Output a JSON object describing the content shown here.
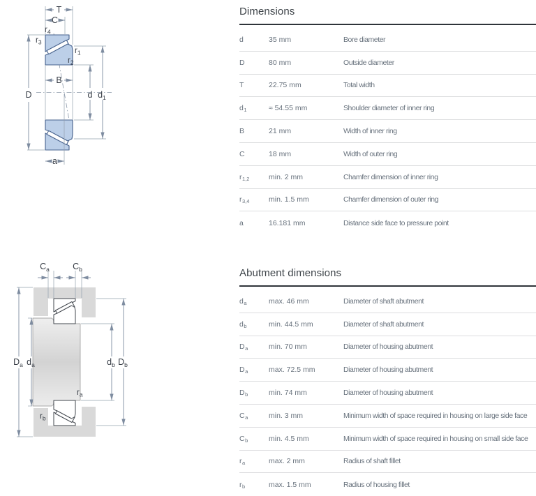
{
  "dimensions": {
    "title": "Dimensions",
    "rows": [
      {
        "symbol": "d",
        "sub": "",
        "value": "35 mm",
        "desc": "Bore diameter"
      },
      {
        "symbol": "D",
        "sub": "",
        "value": "80 mm",
        "desc": "Outside diameter"
      },
      {
        "symbol": "T",
        "sub": "",
        "value": "22.75 mm",
        "desc": "Total width"
      },
      {
        "symbol": "d",
        "sub": "1",
        "value": "≈ 54.55 mm",
        "desc": "Shoulder diameter of inner ring"
      },
      {
        "symbol": "B",
        "sub": "",
        "value": "21 mm",
        "desc": "Width of inner ring"
      },
      {
        "symbol": "C",
        "sub": "",
        "value": "18 mm",
        "desc": "Width of outer ring"
      },
      {
        "symbol": "r",
        "sub": "1,2",
        "value": "min. 2 mm",
        "desc": "Chamfer dimension of inner ring"
      },
      {
        "symbol": "r",
        "sub": "3,4",
        "value": "min. 1.5 mm",
        "desc": "Chamfer dimension of outer ring"
      },
      {
        "symbol": "a",
        "sub": "",
        "value": "16.181 mm",
        "desc": "Distance side face to pressure point"
      }
    ]
  },
  "abutment": {
    "title": "Abutment dimensions",
    "rows": [
      {
        "symbol": "d",
        "sub": "a",
        "value": "max. 46 mm",
        "desc": "Diameter of shaft abutment"
      },
      {
        "symbol": "d",
        "sub": "b",
        "value": "min. 44.5 mm",
        "desc": "Diameter of shaft abutment"
      },
      {
        "symbol": "D",
        "sub": "a",
        "value": "min. 70 mm",
        "desc": "Diameter of housing abutment"
      },
      {
        "symbol": "D",
        "sub": "a",
        "value": "max. 72.5 mm",
        "desc": "Diameter of housing abutment"
      },
      {
        "symbol": "D",
        "sub": "b",
        "value": "min. 74 mm",
        "desc": "Diameter of housing abutment"
      },
      {
        "symbol": "C",
        "sub": "a",
        "value": "min. 3 mm",
        "desc": "Minimum width of space required in housing on large side face"
      },
      {
        "symbol": "C",
        "sub": "b",
        "value": "min. 4.5 mm",
        "desc": "Minimum width of space required in housing on small side face"
      },
      {
        "symbol": "r",
        "sub": "a",
        "value": "max. 2 mm",
        "desc": "Radius of shaft fillet"
      },
      {
        "symbol": "r",
        "sub": "b",
        "value": "max. 1.5 mm",
        "desc": "Radius of housing fillet"
      }
    ]
  },
  "diagram1": {
    "labels": {
      "T": "T",
      "C": "C",
      "B": "B",
      "D": "D",
      "d": "d",
      "a": "a",
      "d1": {
        "base": "d",
        "sub": "1"
      },
      "r1": {
        "base": "r",
        "sub": "1"
      },
      "r2": {
        "base": "r",
        "sub": "2"
      },
      "r3": {
        "base": "r",
        "sub": "3"
      },
      "r4": {
        "base": "r",
        "sub": "4"
      }
    },
    "colors": {
      "ring_fill": "#bccfe8",
      "roller_fill": "#ffffff"
    }
  },
  "diagram2": {
    "labels": {
      "Ca": {
        "base": "C",
        "sub": "a"
      },
      "Cb": {
        "base": "C",
        "sub": "b"
      },
      "Da": {
        "base": "D",
        "sub": "a"
      },
      "da": {
        "base": "d",
        "sub": "a"
      },
      "db": {
        "base": "d",
        "sub": "b"
      },
      "Db": {
        "base": "D",
        "sub": "b"
      },
      "ra": {
        "base": "r",
        "sub": "a"
      },
      "rb": {
        "base": "r",
        "sub": "b"
      }
    },
    "colors": {
      "metal_fill": "#d9d9d9",
      "bearing_fill": "#ffffff"
    }
  }
}
